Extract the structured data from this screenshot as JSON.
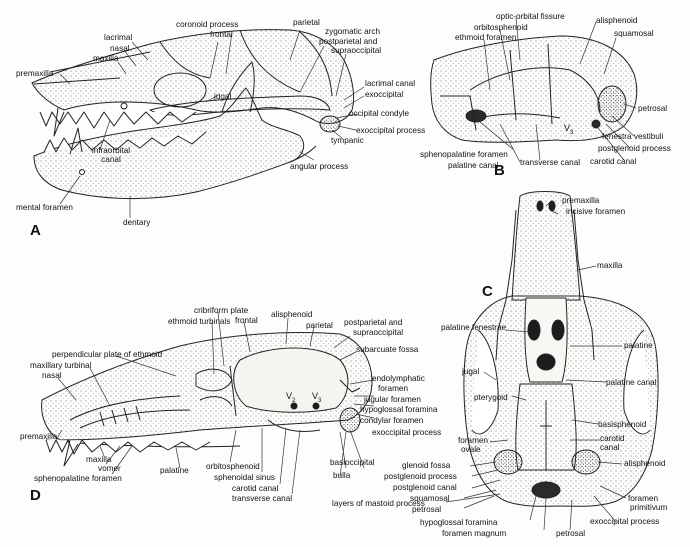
{
  "panels": {
    "a": "A",
    "b": "B",
    "c": "C",
    "d": "D"
  },
  "a": {
    "coronoid_process": "coronoid process",
    "frontal": "frontal",
    "parietal": "parietal",
    "zygomatic_arch": "zygomatic arch",
    "postparietal_l1": "postparietal and",
    "postparietal_l2": "supraoccipital",
    "lacrimal": "lacrimal",
    "nasal": "nasal",
    "maxilla": "maxilla",
    "premaxilla": "premaxilla",
    "jugal": "jugal",
    "lacrimal_canal": "lacrimal canal",
    "exoccipital": "exoccipital",
    "occipital_condyle": "occipital condyle",
    "exoccipital_process": "exoccipital process",
    "tympanic": "tympanic",
    "infraorbital_l1": "infraorbital",
    "infraorbital_l2": "canal",
    "angular_process": "angular process",
    "mental_foramen": "mental foramen",
    "dentary": "dentary"
  },
  "b": {
    "optic_orbital_fissure": "optic-orbital fissure",
    "orbitosphenoid": "orbitosphenoid",
    "ethmoid_foramen": "ethmoid foramen",
    "alisphenoid": "alisphenoid",
    "squamosal": "squamosal",
    "petrosal": "petrosal",
    "v3": "V",
    "v3_sub": "3",
    "fenestra_vestibuli": "fenestra vestibuli",
    "postglenoid_process": "postglenoid process",
    "carotid_canal": "carotid canal",
    "sphenopalatine_foramen": "sphenopalatine foramen",
    "palatine_canal": "palatine canal",
    "transverse_canal": "transverse canal"
  },
  "c": {
    "premaxilla": "premaxilla",
    "incisive_foramen": "incisive foramen",
    "maxilla": "maxilla",
    "palatine_fenestrae": "palatine fenestrae",
    "palatine": "palatine",
    "jugal": "jugal",
    "palatine_canal": "palatine canal",
    "pterygoid": "pterygoid",
    "basisphenoid": "basisphenoid",
    "carotid_canal_l1": "carotid",
    "carotid_canal_l2": "canal",
    "foramen_ovale_l1": "foramen",
    "foramen_ovale_l2": "ovale",
    "alisphenoid": "alisphenoid",
    "glenoid_fossa": "glenoid fossa",
    "postglenoid_process": "postglenoid process",
    "postglenoid_canal": "postglenoid canal",
    "squamosal": "squamosal",
    "petrosal": "petrosal",
    "layers_of_mastoid_process": "layers of mastoid process",
    "foramen_primitivum_l1": "foramen",
    "foramen_primitivum_l2": "primitivum",
    "exoccipital_process": "exoccipital process",
    "hypoglossal_foramina": "hypoglossal foramina",
    "foramen_magnum": "foramen magnum",
    "petrosal_bottom": "petrosal"
  },
  "d": {
    "cribriform_plate": "cribriform plate",
    "ethmoid_turbinals": "ethmoid turbinals",
    "frontal": "frontal",
    "alisphenoid": "alisphenoid",
    "parietal": "parietal",
    "postparietal_l1": "postparietal and",
    "postparietal_l2": "supraoccipital",
    "subarcuate_fossa": "subarcuate fossa",
    "perpendicular_plate": "perpendicular plate of ethmoid",
    "maxillary_turbinal": "maxillary turbinal",
    "nasal": "nasal",
    "endolymphatic_l1": "endolymphatic",
    "endolymphatic_l2": "foramen",
    "jugular_foramen": "jugular foramen",
    "hypoglossal_foramina": "hypoglossal foramina",
    "condylar_foramen": "condylar foramen",
    "v2": "V",
    "v2_sub": "2",
    "v3": "V",
    "v3_sub": "3",
    "premaxilla": "premaxilla",
    "maxilla": "maxilla",
    "vomer": "vomer",
    "sphenopalatine_foramen": "sphenopalatine foramen",
    "palatine": "palatine",
    "orbitosphenoid": "orbitosphenoid",
    "sphenoidal_sinus": "sphenoidal sinus",
    "carotid_canal": "carotid canal",
    "transverse_canal": "transverse canal",
    "exoccipital_process": "exoccipital process",
    "basioccipital": "basioccipital",
    "bulla": "bulla"
  }
}
